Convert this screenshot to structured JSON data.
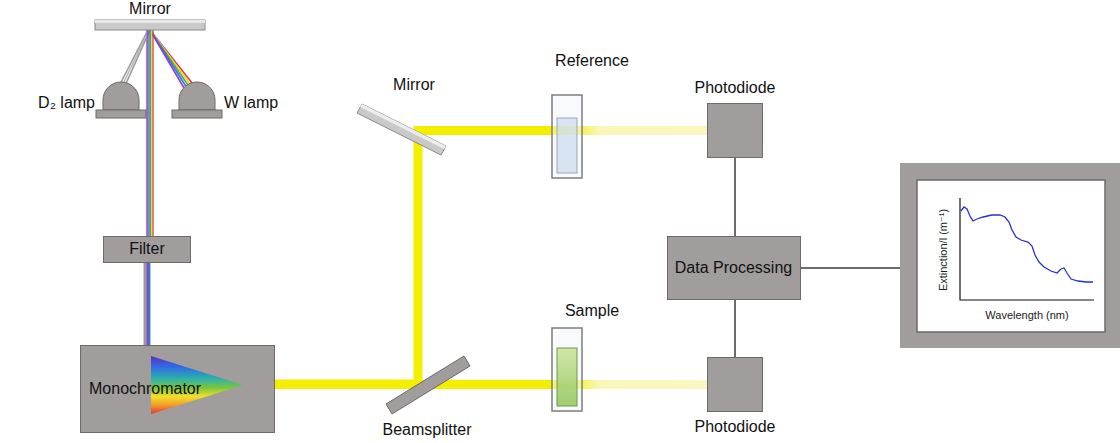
{
  "diagram": {
    "nodes": [
      {
        "text": [
          "Photodiode"
        ]
      },
      {
        "text": [
          "Filter"
        ]
      },
      {
        "text": [
          "Data Processing"
        ]
      },
      {
        "text": [
          "Monochromator"
        ]
      },
      {
        "text": [
          "Photodiode"
        ]
      },
      {
        "text": [
          "Extinction/l (m⁻¹)",
          "Wavelength (nm)"
        ]
      }
    ],
    "edges": [
      {
        "from": 1,
        "to": 3,
        "arrow": "none"
      },
      {
        "from": 3,
        "to": 0,
        "arrow": "none"
      },
      {
        "from": 3,
        "to": 4,
        "arrow": "none"
      },
      {
        "from": 0,
        "to": 2,
        "arrow": "none"
      },
      {
        "from": 2,
        "to": 4,
        "arrow": "none"
      },
      {
        "from": 2,
        "to": 5,
        "arrow": "none"
      }
    ],
    "labels": [
      "Mirror",
      "D₂ lamp",
      "W lamp",
      "Mirror",
      "Reference",
      "Sample",
      "Beamsplitter"
    ]
  }
}
